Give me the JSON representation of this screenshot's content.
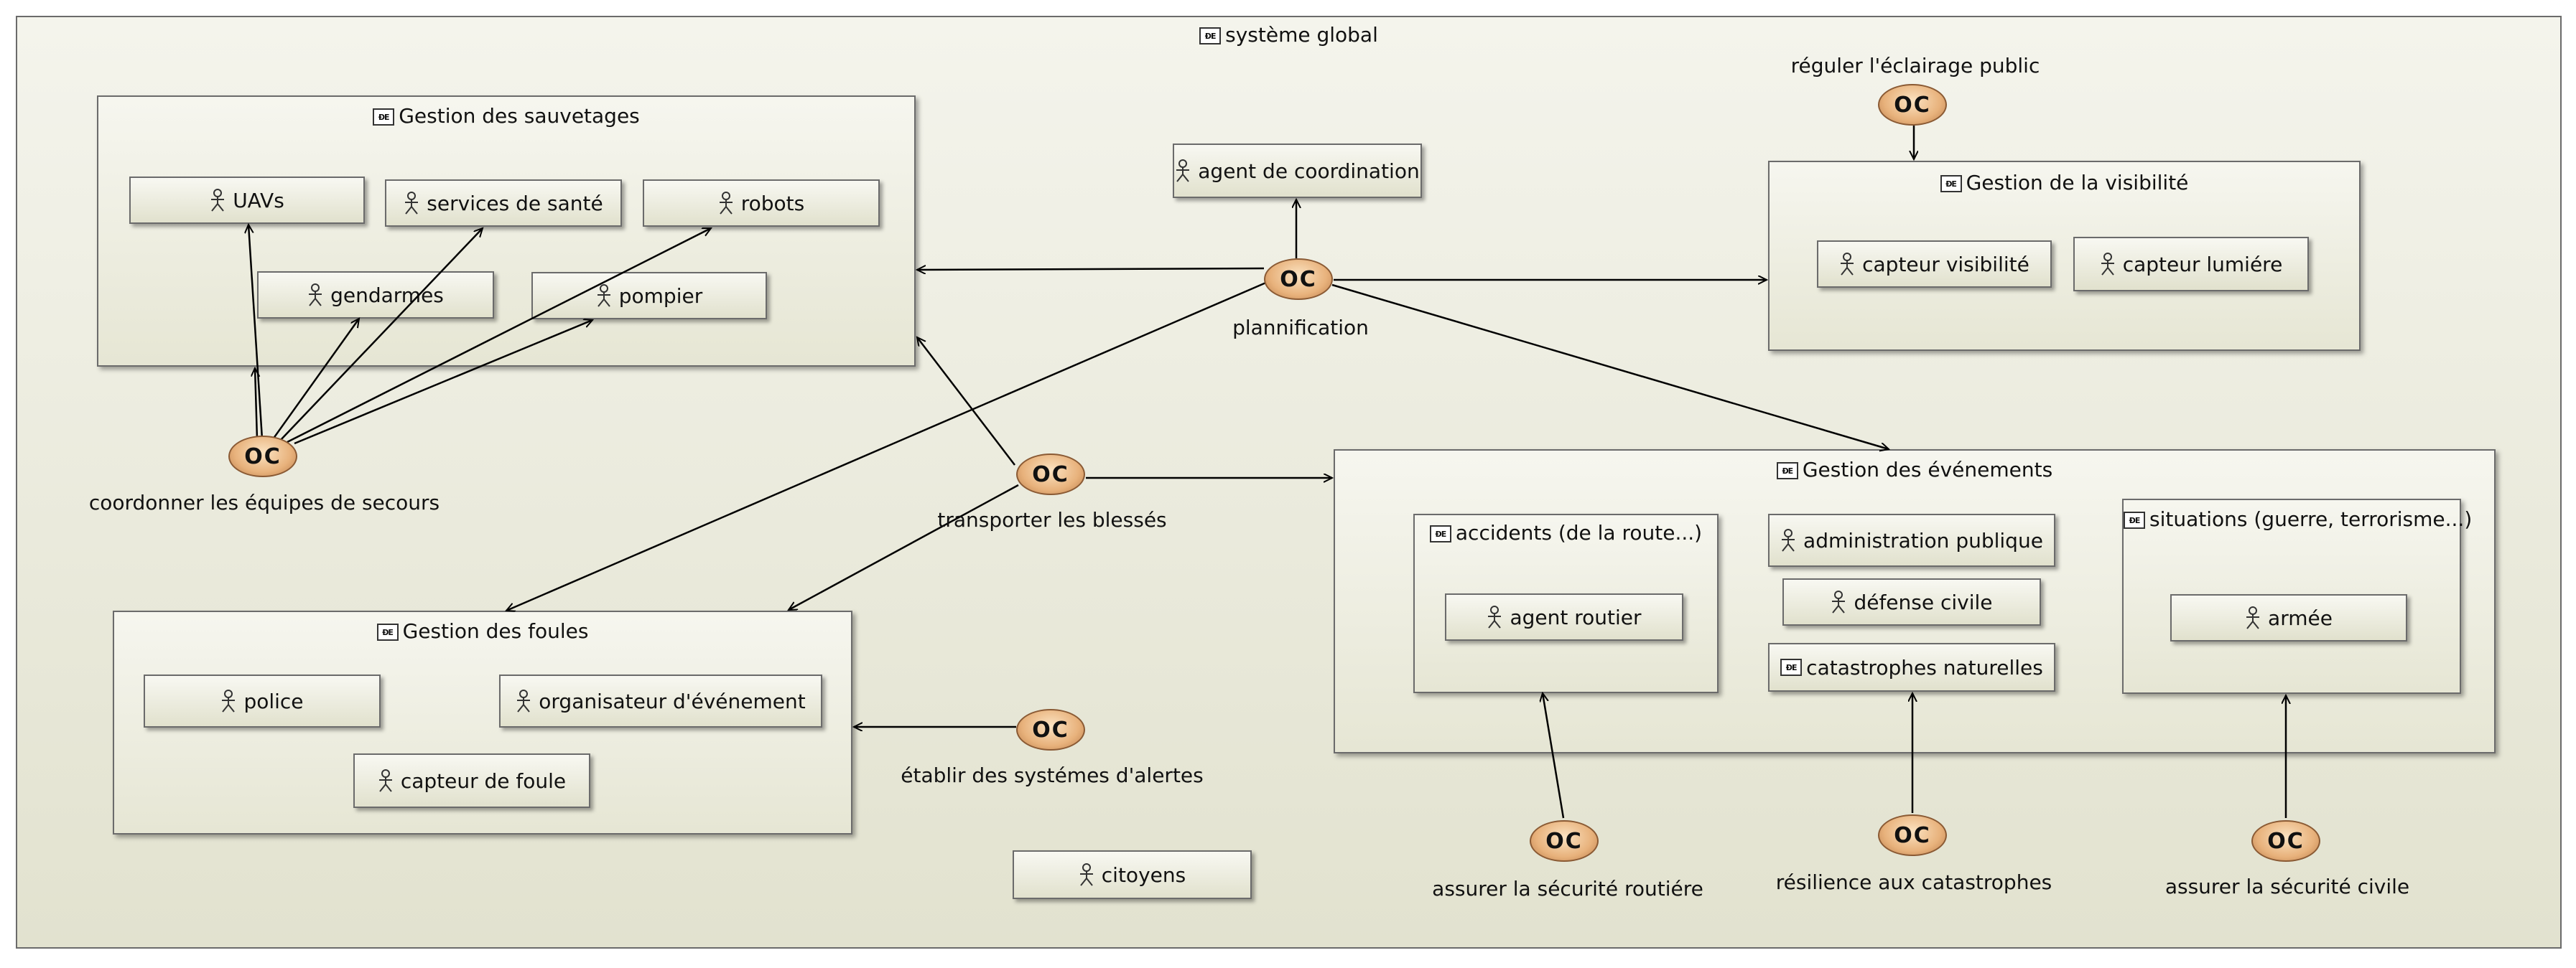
{
  "diagram": {
    "root_title": "système global",
    "frames": {
      "sauvetages": {
        "title": "Gestion des sauvetages"
      },
      "visibilite": {
        "title": "Gestion de la visibilité"
      },
      "foules": {
        "title": "Gestion des foules"
      },
      "evenements": {
        "title": "Gestion des événements"
      },
      "accidents": {
        "title": "accidents (de la route...)"
      },
      "situations": {
        "title": "situations (guerre, terrorisme...)"
      },
      "catastrophes": {
        "title": "catastrophes naturelles"
      }
    },
    "actors": {
      "uavs": "UAVs",
      "sante": "services de santé",
      "robots": "robots",
      "gendarmes": "gendarmes",
      "pompier": "pompier",
      "coordination": "agent de coordination",
      "capteur_visibilite": "capteur visibilité",
      "capteur_lumiere": "capteur lumiére",
      "police": "police",
      "organisateur": "organisateur d'événement",
      "capteur_foule": "capteur de foule",
      "agent_routier": "agent routier",
      "administration": "administration publique",
      "defense": "défense civile",
      "armee": "armée",
      "citoyens": "citoyens"
    },
    "oc_icon_text": "OC",
    "objectives": {
      "coordonner": "coordonner les équipes de secours",
      "plannification": "plannification",
      "eclairage": "réguler l'éclairage public",
      "transporter": "transporter les blessés",
      "alertes": "établir des systémes d'alertes",
      "securite_routiere": "assurer la sécurité routiére",
      "resilience": "résilience aux catastrophes",
      "securite_civile": "assurer la sécurité civile"
    }
  },
  "colors": {
    "frame_top": "#f6f6ef",
    "frame_bottom": "#e2e2cf",
    "border": "#6b6b6b",
    "oc_fill": "#e8b27c",
    "arrow": "#000000"
  },
  "icons": {
    "package": "package-icon",
    "actor": "actor-icon",
    "objective": "oc-ellipse-icon"
  }
}
